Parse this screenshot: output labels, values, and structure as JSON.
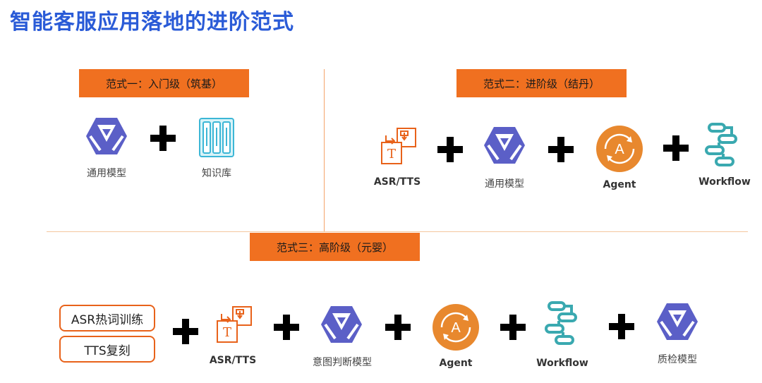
{
  "page": {
    "title": "智能客服应用落地的进阶范式"
  },
  "tier1": {
    "tag": "范式一：入门级（筑基）",
    "items": [
      {
        "label": "通用模型",
        "icon": "qwen-model-icon"
      },
      {
        "label": "知识库",
        "icon": "knowledge-base-icon"
      }
    ]
  },
  "tier2": {
    "tag": "范式二：进阶级（结丹）",
    "items": [
      {
        "label": "ASR/TTS",
        "icon": "asr-tts-icon"
      },
      {
        "label": "通用模型",
        "icon": "qwen-model-icon"
      },
      {
        "label": "Agent",
        "icon": "agent-icon"
      },
      {
        "label": "Workflow",
        "icon": "workflow-icon"
      }
    ]
  },
  "tier3": {
    "tag": "范式三：高阶级（元婴）",
    "pills": [
      "ASR热词训练",
      "TTS复刻"
    ],
    "items": [
      {
        "label": "ASR/TTS",
        "icon": "asr-tts-icon"
      },
      {
        "label": "意图判断模型",
        "icon": "qwen-model-icon"
      },
      {
        "label": "Agent",
        "icon": "agent-icon"
      },
      {
        "label": "Workflow",
        "icon": "workflow-icon"
      },
      {
        "label": "质检模型",
        "icon": "qwen-model-icon"
      }
    ]
  },
  "colors": {
    "title": "#2a5bd7",
    "tag": "#f07020",
    "model_icon": "#5b5fc7",
    "agent": "#e8882e",
    "workflow": "#3aa9b0",
    "asr_tts": "#e8621a"
  }
}
